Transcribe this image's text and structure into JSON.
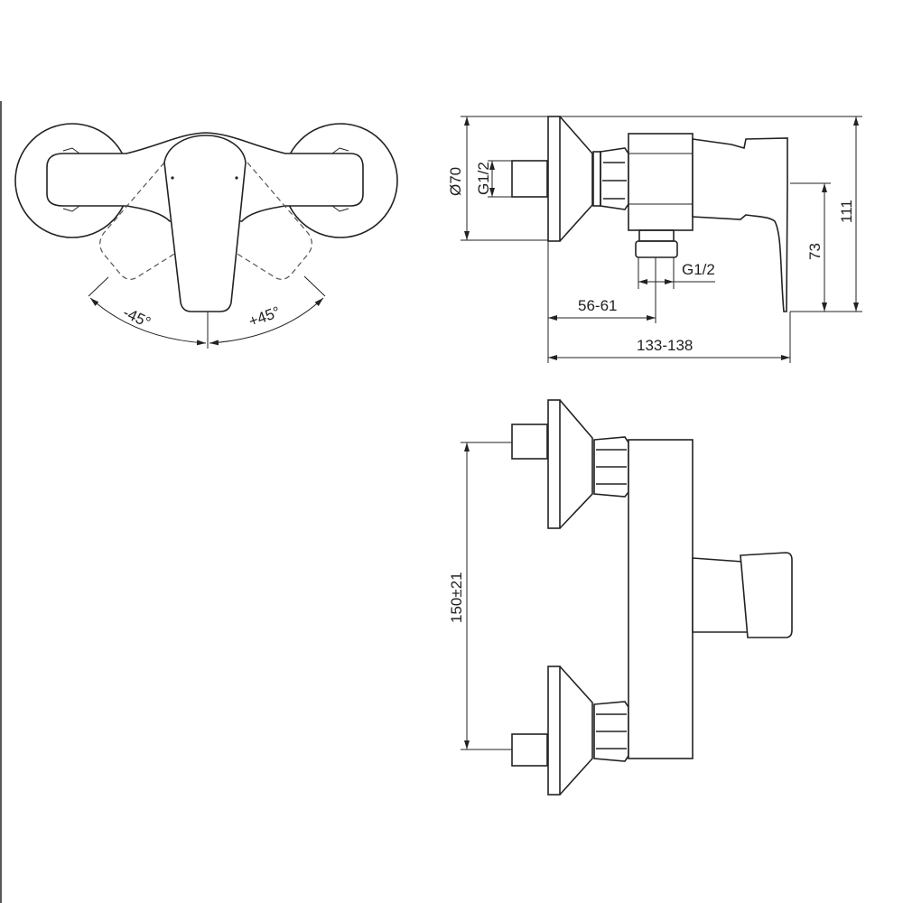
{
  "top_view": {
    "angle_left": "-45°",
    "angle_right": "+45°"
  },
  "side_view": {
    "diameter": "Ø70",
    "inlet_thread": "G1/2",
    "outlet_thread": "G1/2",
    "outlet_distance": "56-61",
    "total_depth": "133-138",
    "lever_height": "73",
    "total_height": "111"
  },
  "front_view": {
    "inlet_spacing": "150±21"
  }
}
